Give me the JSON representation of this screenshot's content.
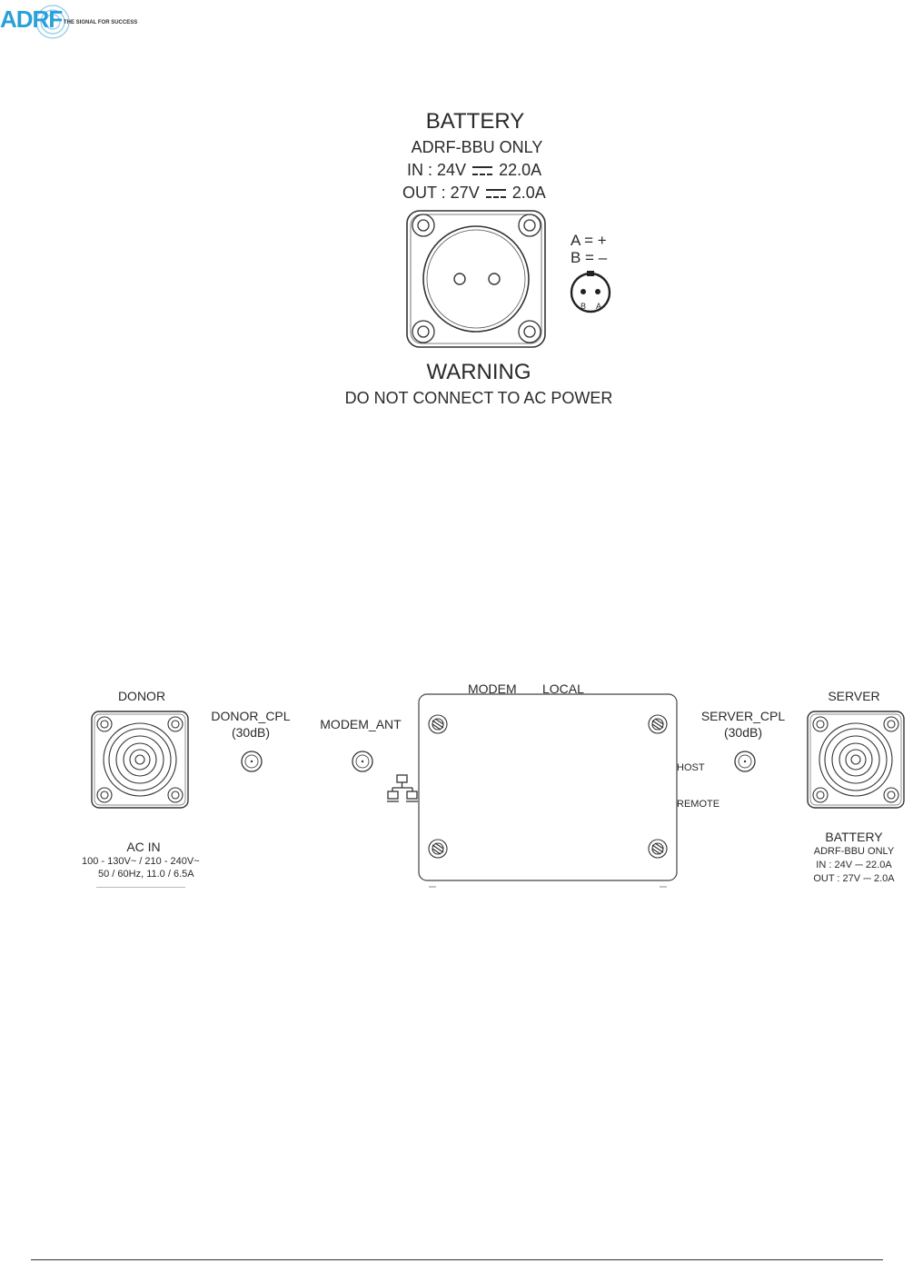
{
  "header": {
    "logo_text": "ADRF",
    "tagline": "THE SIGNAL FOR SUCCESS",
    "brand_color": "#2a9fd8"
  },
  "figure1": {
    "title": "BATTERY",
    "line1": "ADRF-BBU ONLY",
    "in_label": "IN : 24V",
    "in_value": "22.0A",
    "out_label": "OUT : 27V",
    "out_value": "2.0A",
    "pin_a": "A =  +",
    "pin_b": "B =  –",
    "pin_b_letter": "B",
    "pin_a_letter": "A",
    "warning": "WARNING",
    "warning_text": "DO NOT CONNECT TO AC POWER"
  },
  "figure2": {
    "donor": "DONOR",
    "donor_cpl": "DONOR_CPL",
    "donor_cpl_db": "(30dB)",
    "modem_ant": "MODEM_ANT",
    "modem": "MODEM",
    "local": "LOCAL",
    "host": "HOST",
    "remote": "REMOTE",
    "server_cpl": "SERVER_CPL",
    "server_cpl_db": "(30dB)",
    "server": "SERVER",
    "ac_in": "AC IN",
    "ac_line1": "100 - 130V~ / 210 - 240V~",
    "ac_line2": "50 / 60Hz, 11.0 / 6.5A",
    "battery": "BATTERY",
    "battery_line1": "ADRF-BBU ONLY",
    "battery_in": "IN : 24V ⎓ 22.0A",
    "battery_out": "OUT : 27V ⎓ 2.0A"
  }
}
